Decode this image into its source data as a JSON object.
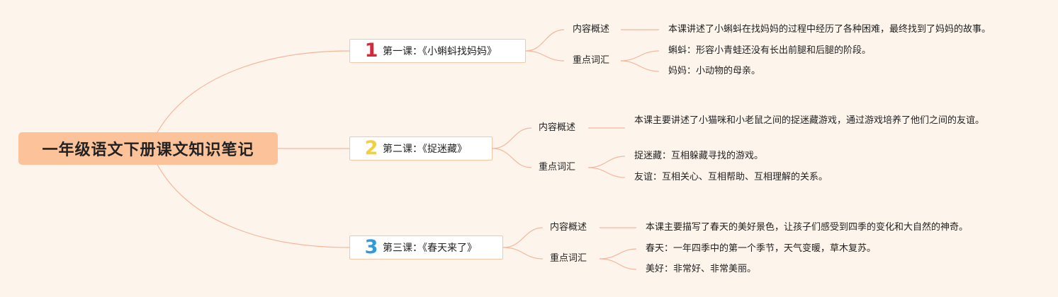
{
  "root": {
    "title": "一年级语文下册课文知识笔记"
  },
  "lessons": [
    {
      "number": "1",
      "title": "第一课：《小蝌蚪找妈妈》",
      "summary_label": "内容概述",
      "summary": "本课讲述了小蝌蚪在找妈妈的过程中经历了各种困难，最终找到了妈妈的故事。",
      "vocab_label": "重点词汇",
      "vocab": [
        "蝌蚪：形容小青蛙还没有长出前腿和后腿的阶段。",
        "妈妈：小动物的母亲。"
      ]
    },
    {
      "number": "2",
      "title": "第二课：《捉迷藏》",
      "summary_label": "内容概述",
      "summary": "本课主要讲述了小猫咪和小老鼠之间的捉迷藏游戏，通过游戏培养了他们之间的友谊。",
      "vocab_label": "重点词汇",
      "vocab": [
        "捉迷藏：互相躲藏寻找的游戏。",
        "友谊：互相关心、互相帮助、互相理解的关系。"
      ]
    },
    {
      "number": "3",
      "title": "第三课：《春天来了》",
      "summary_label": "内容概述",
      "summary": "本课主要描写了春天的美好景色，让孩子们感受到四季的变化和大自然的神奇。",
      "vocab_label": "重点词汇",
      "vocab": [
        "春天：一年四季中的第一个季节，天气变暖，草木复苏。",
        "美好：非常好、非常美丽。"
      ]
    }
  ],
  "colors": {
    "background": "#fdf4ec",
    "root_fill": "#fcc39b",
    "link": "#f5b79c",
    "lesson_border": "#f6c7a7",
    "num1": "#d62839",
    "num2": "#f2cf3e",
    "num3": "#2e9bdc"
  }
}
